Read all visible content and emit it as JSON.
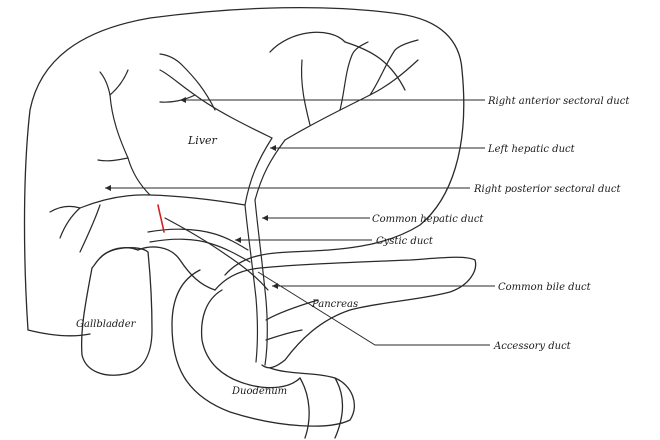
{
  "organs": {
    "liver": "Liver",
    "gallbladder": "Gallbladder",
    "pancreas": "Pancreas",
    "duodenum": "Duodenum"
  },
  "labels": {
    "right_anterior_sectoral_duct": "Right anterior sectoral duct",
    "left_hepatic_duct": "Left hepatic duct",
    "right_posterior_sectoral_duct": "Right posterior sectoral duct",
    "common_hepatic_duct": "Common hepatic duct",
    "cystic_duct": "Cystic duct",
    "common_bile_duct": "Common bile duct",
    "accessory_duct": "Accessory duct"
  },
  "colors": {
    "ink": "#2a2a2a",
    "highlight": "#d21f1f"
  }
}
